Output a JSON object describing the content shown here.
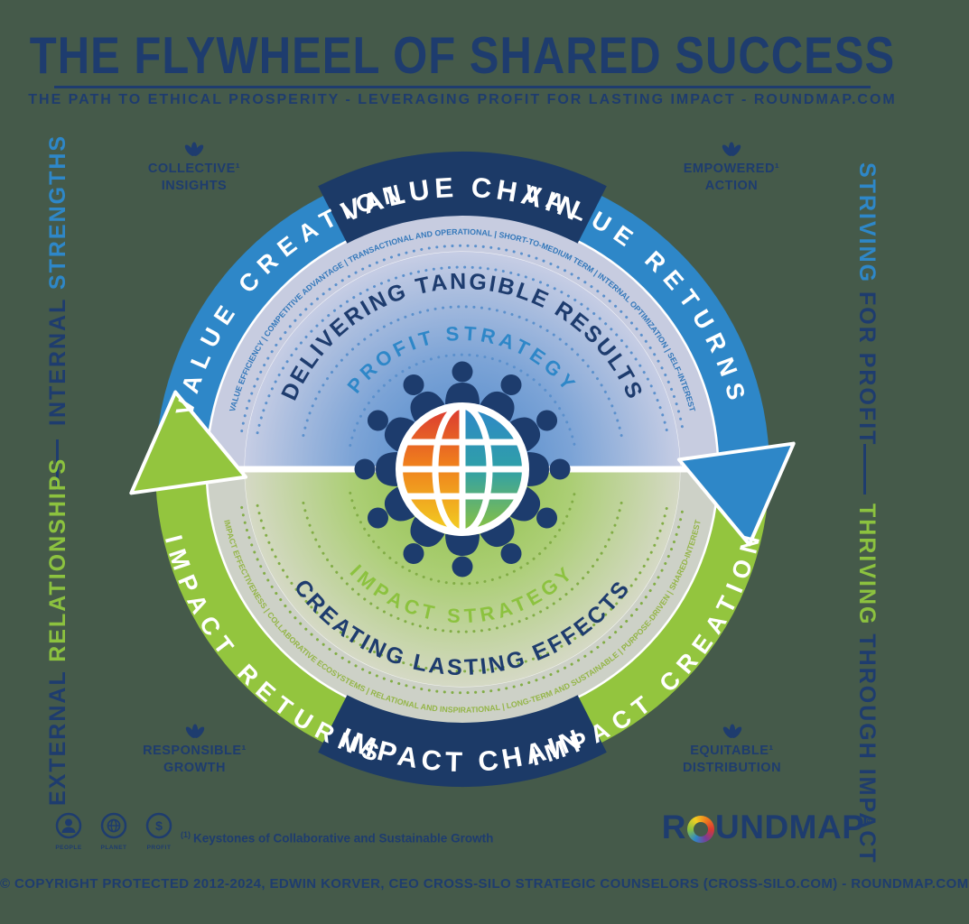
{
  "header": {
    "title": "THE FLYWHEEL OF SHARED SUCCESS",
    "subtitle": "THE PATH TO ETHICAL PROSPERITY - LEVERAGING PROFIT FOR LASTING IMPACT - ROUNDMAP.COM"
  },
  "side_labels": {
    "top_left": {
      "first": "INTERNAL",
      "second": "STRENGTHS"
    },
    "bottom_left": {
      "first": "EXTERNAL",
      "second": "RELATIONSHIPS"
    },
    "top_right": {
      "first": "STRIVING",
      "second": "FOR PROFIT"
    },
    "bottom_right": {
      "first": "THRIVING",
      "second": "THROUGH IMPACT"
    }
  },
  "corner_labels": {
    "top_left": {
      "line1": "COLLECTIVE¹",
      "line2": "INSIGHTS"
    },
    "top_right": {
      "line1": "EMPOWERED¹",
      "line2": "ACTION"
    },
    "bottom_left": {
      "line1": "RESPONSIBLE¹",
      "line2": "GROWTH"
    },
    "bottom_right": {
      "line1": "EQUITABLE¹",
      "line2": "DISTRIBUTION"
    }
  },
  "wheel": {
    "value_chain": "VALUE CHAIN",
    "impact_chain": "IMPACT CHAIN",
    "value_creation": "VALUE CREATION",
    "value_returns": "VALUE RETURNS",
    "impact_returns": "IMPACT RETURNS",
    "impact_creation": "IMPACT CREATION",
    "top_keywords": "VALUE EFFICIENCY | COMPETITIVE ADVANTAGE | TRANSACTIONAL AND OPERATIONAL | SHORT-TO-MEDIUM TERM | INTERNAL OPTIMIZATION | SELF-INTEREST",
    "bottom_keywords": "IMPACT EFFECTIVENESS | COLLABORATIVE ECOSYSTEMS | RELATIONAL AND INSPIRATIONAL | LONG-TERM AND SUSTAINABLE | PURPOSE-DRIVEN | SHARED-INTEREST",
    "top_inner": "DELIVERING TANGIBLE RESULTS",
    "top_strategy": "PROFIT STRATEGY",
    "bottom_inner": "CREATING LASTING EFFECTS",
    "bottom_strategy": "IMPACT STRATEGY"
  },
  "footer": {
    "icons": [
      {
        "label": "PEOPLE"
      },
      {
        "label": "PLANET"
      },
      {
        "label": "PROFIT",
        "symbol": "$"
      }
    ],
    "footnote_ref": "(1)",
    "footnote": "Keystones of Collaborative and Sustainable Growth",
    "logo_r": "R",
    "logo_rest": "UNDMAP",
    "logo_reg": "®",
    "copyright": "© COPYRIGHT PROTECTED 2012-2024, EDWIN KORVER, CEO CROSS-SILO STRATEGIC COUNSELORS (CROSS-SILO.COM) - ROUNDMAP.COM"
  },
  "colors": {
    "navy": "#1e3c6e",
    "blue": "#2e87c8",
    "green": "#93c53e",
    "background": "#455a4a"
  }
}
